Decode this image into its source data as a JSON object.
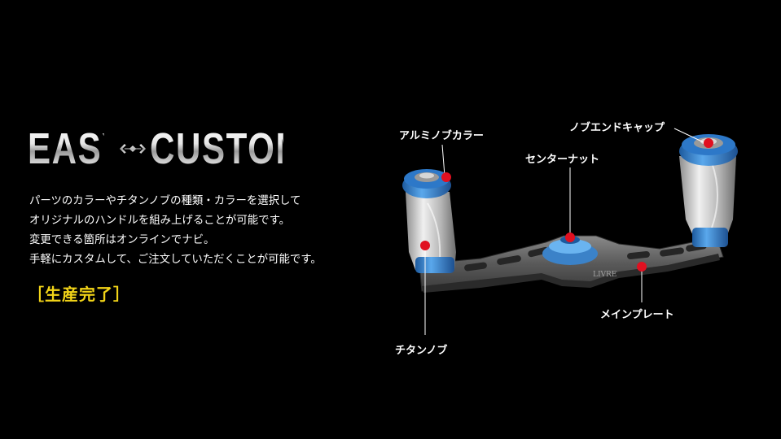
{
  "logo": {
    "word_left": "EASY",
    "word_right": "CUSTOM"
  },
  "description": [
    "パーツのカラーやチタンノブの種類・カラーを選択して",
    "オリジナルのハンドルを組み上げることが可能です。",
    "変更できる箇所はオンラインでナビ。",
    "手軽にカスタムして、ご注文していただくことが可能です。"
  ],
  "status_label": "［生産完了］",
  "callouts": {
    "aluminum_knob_color": "アルミノブカラー",
    "knob_end_cap": "ノブエンドキャップ",
    "center_nut": "センターナット",
    "main_plate": "メインプレート",
    "titanium_knob": "チタンノブ"
  },
  "product": {
    "plate_brand": "LIVRE"
  },
  "colors": {
    "background": "#000000",
    "accent_yellow": "#f2d418",
    "marker_red": "#e01020",
    "knob_blue": "#2d78c8"
  }
}
